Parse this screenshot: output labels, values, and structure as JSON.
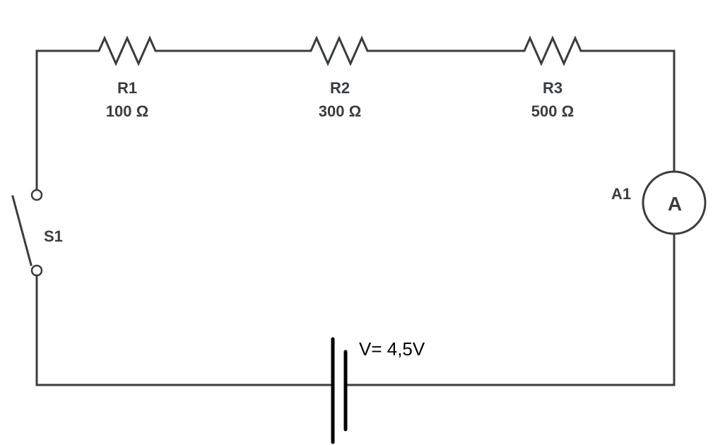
{
  "resistors": [
    {
      "label": "R1",
      "value": "100 Ω"
    },
    {
      "label": "R2",
      "value": "300 Ω"
    },
    {
      "label": "R3",
      "value": "500 Ω"
    }
  ],
  "switch": {
    "label": "S1"
  },
  "ammeter": {
    "label": "A1",
    "symbol": "A"
  },
  "battery": {
    "label": "V= 4,5V"
  },
  "colors": {
    "wire": "#3a3d40",
    "battery": "#000000",
    "background": "#ffffff"
  }
}
